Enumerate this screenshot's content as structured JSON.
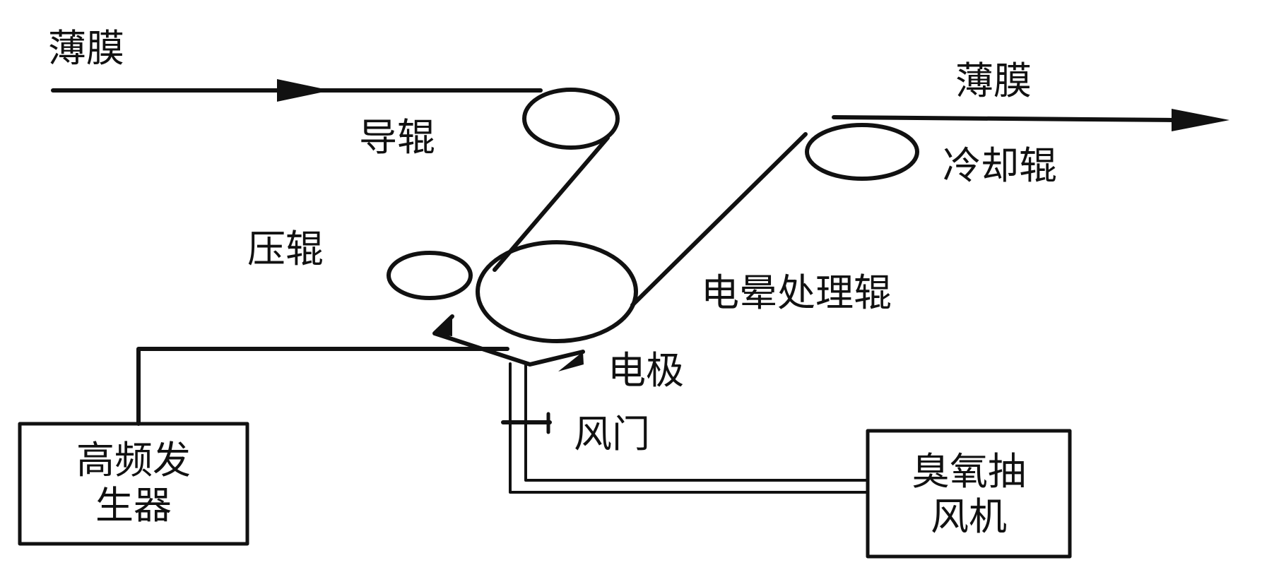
{
  "labels": {
    "film_in": "薄膜",
    "film_out": "薄膜",
    "guide_roller": "导辊",
    "cooling_roller": "冷却辊",
    "press_roller": "压辊",
    "corona_roller": "电晕处理辊",
    "electrode": "电极",
    "damper": "风门",
    "hf_generator_line1": "高频发",
    "hf_generator_line2": "生器",
    "ozone_fan_line1": "臭氧抽",
    "ozone_fan_line2": "风机"
  },
  "colors": {
    "line": "#111111",
    "background": "#ffffff"
  }
}
